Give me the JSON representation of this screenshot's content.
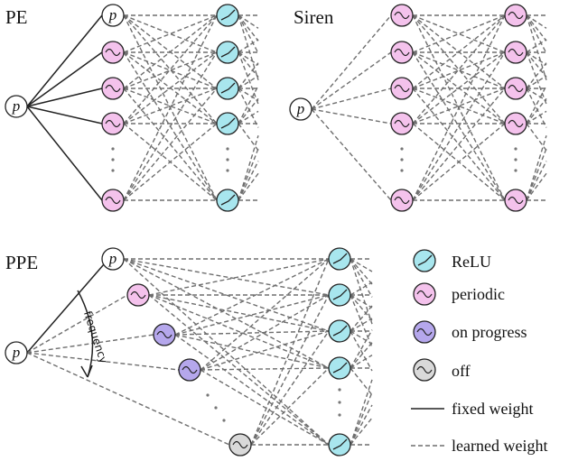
{
  "panels": {
    "pe": {
      "title": "PE"
    },
    "siren": {
      "title": "Siren"
    },
    "ppe": {
      "title": "PPE"
    }
  },
  "input_label": "p",
  "frequency_label": "frequency",
  "legend": [
    {
      "kind": "relu",
      "label": "ReLU"
    },
    {
      "kind": "periodic",
      "label": "periodic"
    },
    {
      "kind": "progress",
      "label": "on progress"
    },
    {
      "kind": "off",
      "label": "off"
    },
    {
      "kind": "fixed",
      "label": "fixed weight"
    },
    {
      "kind": "learned",
      "label": "learned weight"
    }
  ],
  "colors": {
    "relu": "#a8e6ee",
    "periodic": "#f4c2ec",
    "progress": "#b5a7ec",
    "off": "#d9d9d9",
    "input": "#ffffff",
    "stroke": "#222222",
    "dashed": "#6e6e6e"
  }
}
